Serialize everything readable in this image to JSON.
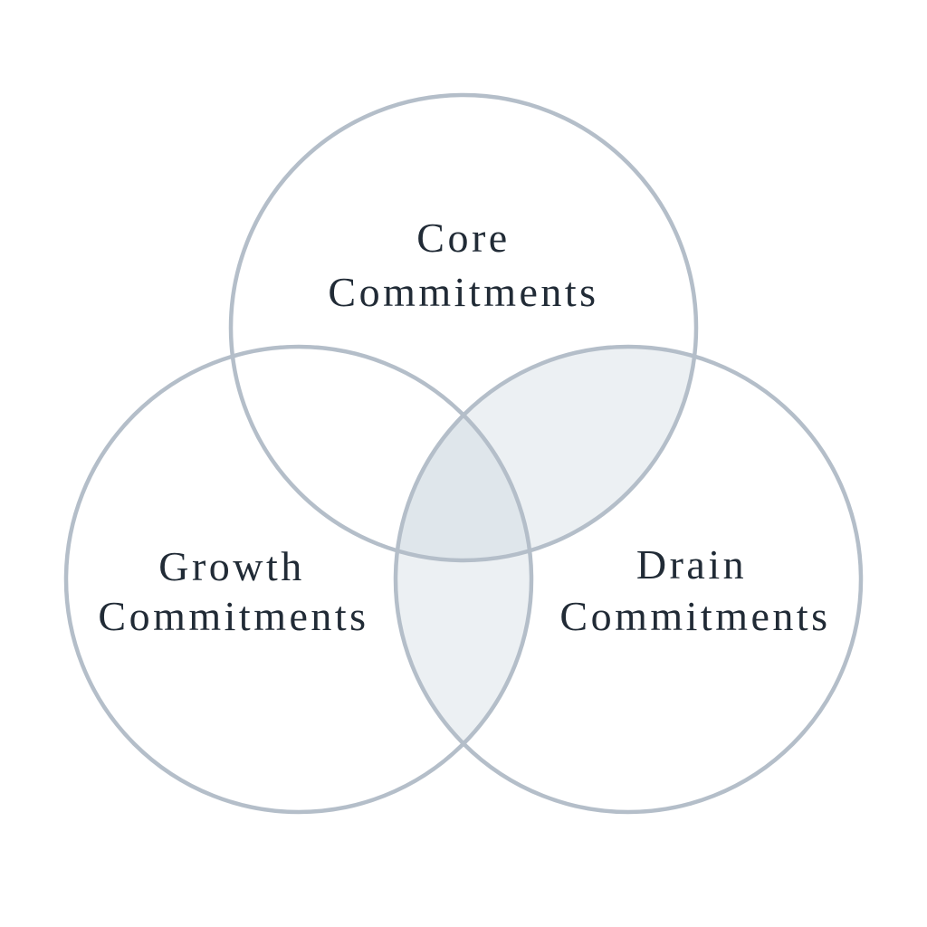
{
  "diagram": {
    "type": "venn-3-circle",
    "background": "#ffffff",
    "colors": {
      "circle_stroke": "#b4bec9",
      "overlap_fill": "rgba(200,210,219,0.34)",
      "label_text": "#212b36"
    },
    "sets": [
      {
        "id": "core",
        "position": "top",
        "label_line1": "Core",
        "label_line2": "Commitments"
      },
      {
        "id": "growth",
        "position": "bottom-left",
        "label_line1": "Growth",
        "label_line2": "Commitments"
      },
      {
        "id": "drain",
        "position": "bottom-right",
        "label_line1": "Drain",
        "label_line2": "Commitments"
      }
    ],
    "shaded_overlaps": [
      "core ∩ drain",
      "growth ∩ drain",
      "core ∩ growth ∩ drain"
    ],
    "unshaded_overlaps": [
      "core ∩ growth"
    ]
  }
}
